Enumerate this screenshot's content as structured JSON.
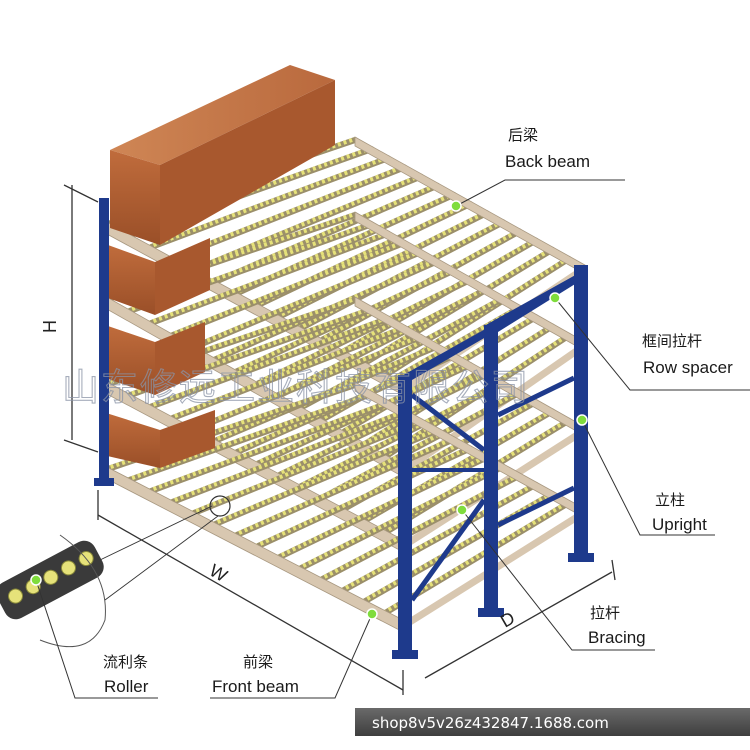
{
  "labels": {
    "back_beam_cn": "后梁",
    "back_beam_en": "Back beam",
    "row_spacer_cn": "框间拉杆",
    "row_spacer_en": "Row spacer",
    "upright_cn": "立柱",
    "upright_en": "Upright",
    "bracing_cn": "拉杆",
    "bracing_en": "Bracing",
    "roller_cn": "流利条",
    "roller_en": "Roller",
    "front_beam_cn": "前梁",
    "front_beam_en": "Front beam"
  },
  "dimensions": {
    "height": "H",
    "width": "W",
    "depth": "D"
  },
  "watermark": "山东修远工业科技有限公司",
  "footer": {
    "url": "shop8v5v26z432847.1688.com"
  },
  "colors": {
    "upright": "#1e3a8c",
    "beam": "#d8c7b0",
    "roller": "#e6e27a",
    "box": "#b8653a",
    "marker": "#7fdc3c"
  }
}
